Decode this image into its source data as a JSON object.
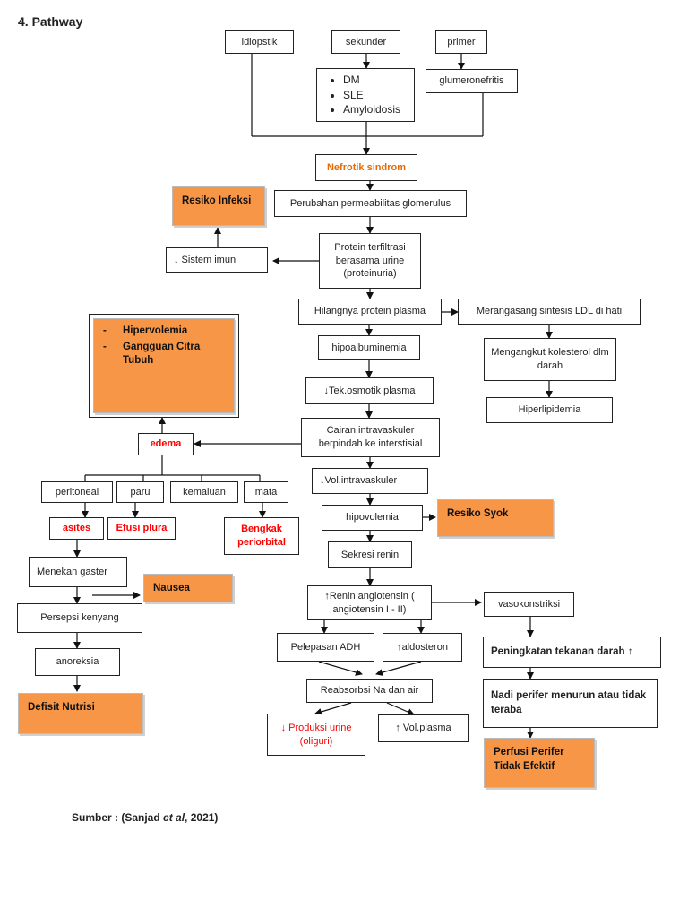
{
  "heading": "4. Pathway",
  "nodes": {
    "idiopstik": "idiopstik",
    "sekunder": "sekunder",
    "primer": "primer",
    "secondary_causes": [
      "DM",
      "SLE",
      "Amyloidosis"
    ],
    "glumeronefritis": "glumeronefritis",
    "nefrotik": "Nefrotik sindrom",
    "permeabilitas": "Perubahan permeabilitas glomerulus",
    "protein_filtrasi": "Protein terfiltrasi berasama urine (proteinuria)",
    "sistem_imun": "↓ Sistem imun",
    "resiko_infeksi": "Resiko Infeksi",
    "hilangnya_protein": "Hilangnya protein plasma",
    "merangsang_ldl": "Merangasang sintesis LDL di hati",
    "hipoalbuminemia": "hipoalbuminemia",
    "mengangkut": "Mengangkut kolesterol dlm darah",
    "tek_osmotik": "↓Tek.osmotik plasma",
    "hiperlipidemia": "Hiperlipidemia",
    "cairan": "Cairan intravaskuler berpindah ke interstisial",
    "edema": "edema",
    "hipervolemia_items": [
      "Hipervolemia",
      "Gangguan Citra Tubuh"
    ],
    "peritoneal": "peritoneal",
    "paru": "paru",
    "kemaluan": "kemaluan",
    "mata": "mata",
    "asites": "asites",
    "efusi": "Efusi plura",
    "bengkak": "Bengkak periorbital",
    "vol_intravaskuler": "↓Vol.intravaskuler",
    "hipovolemia": "hipovolemia",
    "resiko_syok": "Resiko Syok",
    "sekresi_renin": "Sekresi renin",
    "renin_angiotensin": "↑Renin angiotensin ( angiotensin I - II)",
    "vasokonstriksi": "vasokonstriksi",
    "menekan_gaster": "Menekan gaster",
    "nausea": "Nausea",
    "persepsi_kenyang": "Persepsi kenyang",
    "anoreksia": "anoreksia",
    "defisit_nutrisi": "Defisit Nutrisi",
    "pelepasan_adh": "Pelepasan ADH",
    "aldosteron": "↑aldosteron",
    "peningkatan_td": "Peningkatan tekanan darah ↑",
    "reabsorbsi": "Reabsorbsi Na dan air",
    "nadi_perifer": "Nadi perifer menurun atau tidak teraba",
    "produksi_urine": "↓ Produksi urine (oliguri)",
    "vol_plasma": "↑ Vol.plasma",
    "perfusi": "Perfusi Perifer Tidak Efektif"
  },
  "source_prefix": "Sumber : (Sanjad ",
  "source_etal": "et al",
  "source_suffix": ", 2021)"
}
